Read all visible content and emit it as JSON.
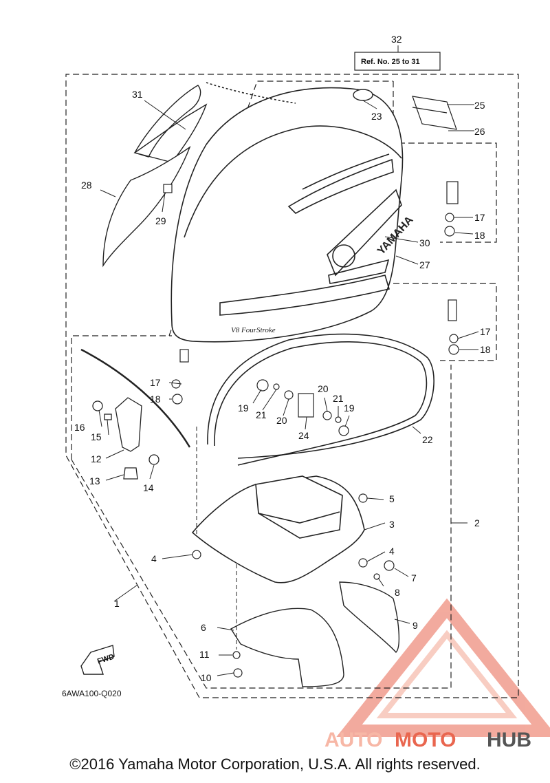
{
  "diagram": {
    "header_part": "32",
    "ref_note": "Ref. No. 25 to 31",
    "diagram_code": "6AWA100-Q020",
    "fwd_label": "FWD",
    "brand_text": "YAMAHA",
    "model_text": "V8 FourStroke",
    "callouts": [
      "1",
      "2",
      "3",
      "4",
      "4",
      "5",
      "6",
      "7",
      "8",
      "9",
      "10",
      "11",
      "12",
      "13",
      "14",
      "15",
      "16",
      "17",
      "18",
      "17",
      "18",
      "17",
      "18",
      "19",
      "19",
      "20",
      "20",
      "21",
      "21",
      "22",
      "23",
      "24",
      "25",
      "26",
      "27",
      "28",
      "29",
      "30",
      "31"
    ]
  },
  "footer": {
    "copyright": "©2016 Yamaha Motor Corporation, U.S.A. All rights reserved."
  },
  "watermark": {
    "part1": "AUTO",
    "part2": "MOTO",
    "part3": "HUB",
    "color_light": "#f7b7a6",
    "color_main": "#e9664f",
    "color_dark": "#555555"
  }
}
